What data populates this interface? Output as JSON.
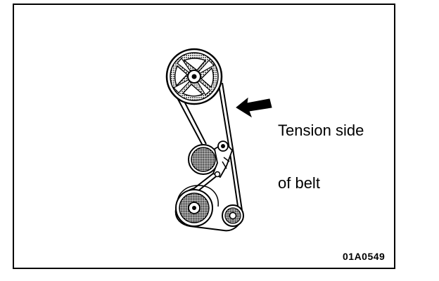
{
  "diagram": {
    "callout": {
      "line1": "Tension side",
      "line2": "of belt"
    },
    "figure_id": "01A0549",
    "icons": {
      "camshaft_sprocket": "camshaft-sprocket-icon",
      "tensioner_pulley": "tensioner-pulley-icon",
      "crankshaft_sprocket": "crankshaft-sprocket-icon",
      "idler_pulley": "idler-pulley-icon",
      "timing_belt": "timing-belt-icon",
      "arrow": "arrow-left-icon"
    },
    "colors": {
      "line": "#000000",
      "background": "#ffffff",
      "shading": "#9a9a9a"
    }
  }
}
